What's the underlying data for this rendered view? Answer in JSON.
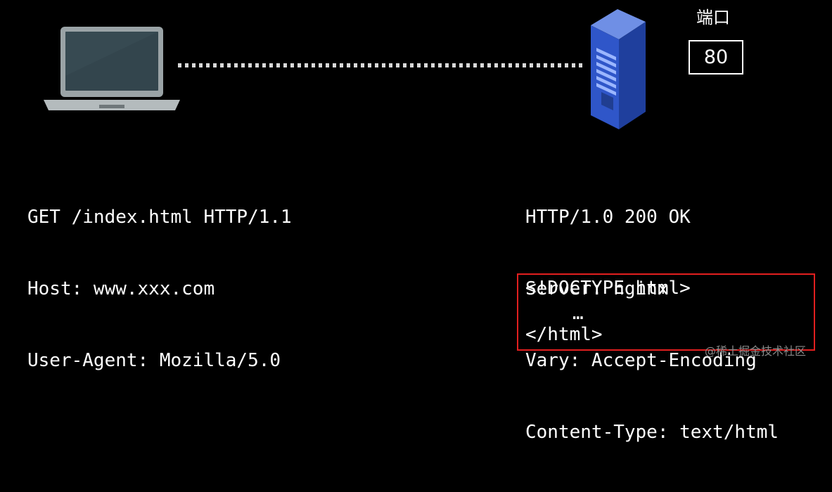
{
  "diagram": {
    "port": {
      "label": "端口",
      "value": "80"
    },
    "request": {
      "lines": [
        "GET /index.html HTTP/1.1",
        "Host: www.xxx.com",
        "User-Agent: Mozilla/5.0"
      ]
    },
    "response": {
      "lines": [
        "HTTP/1.0 200 OK",
        "Server: nginx",
        "Vary: Accept-Encoding",
        "Content-Type: text/html"
      ],
      "body": {
        "lines": [
          "<!DOCTYPE html>",
          "…",
          "</html>"
        ]
      }
    },
    "watermark": "@稀土掘金技术社区"
  },
  "colors": {
    "background": "#000000",
    "text": "#ffffff",
    "highlight_border": "#e21f1f",
    "server_blue": "#2f56c9",
    "laptop_gray": "#9aa3a6",
    "laptop_screen": "#33454d"
  },
  "icons": {
    "client": "laptop-icon",
    "server": "server-icon"
  }
}
